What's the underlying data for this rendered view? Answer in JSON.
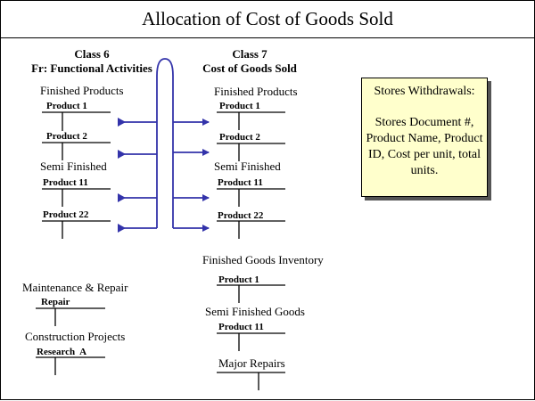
{
  "title": "Allocation of Cost of Goods Sold",
  "left_column": {
    "heading_line1": "Class 6",
    "heading_line2": "Fr: Functional Activities",
    "finished_label": "Finished Products",
    "product1": "Product 1",
    "product2": "Product 2",
    "semi_label": "Semi Finished",
    "product11": "Product 11",
    "product22": "Product 22",
    "maintenance_label": "Maintenance & Repair",
    "repair": "Repair",
    "construction_label": "Construction Projects",
    "research": "Research  A"
  },
  "right_column": {
    "heading_line1": "Class 7",
    "heading_line2": "Cost of Goods Sold",
    "finished_label": "Finished Products",
    "product1": "Product 1",
    "product2": "Product 2",
    "semi_label": "Semi Finished",
    "product11": "Product 11",
    "product22": "Product 22",
    "inventory_label": "Finished Goods Inventory",
    "inv_product1": "Product 1",
    "semi_goods_label": "Semi Finished Goods",
    "semi_product11": "Product 11",
    "major_repairs_label": "Major Repairs"
  },
  "note": {
    "title": "Stores Withdrawals:",
    "body": "Stores Document #, Product Name, Product ID, Cost per unit, total units."
  },
  "colors": {
    "arrow": "#3333aa",
    "note_bg": "#ffffcc"
  }
}
